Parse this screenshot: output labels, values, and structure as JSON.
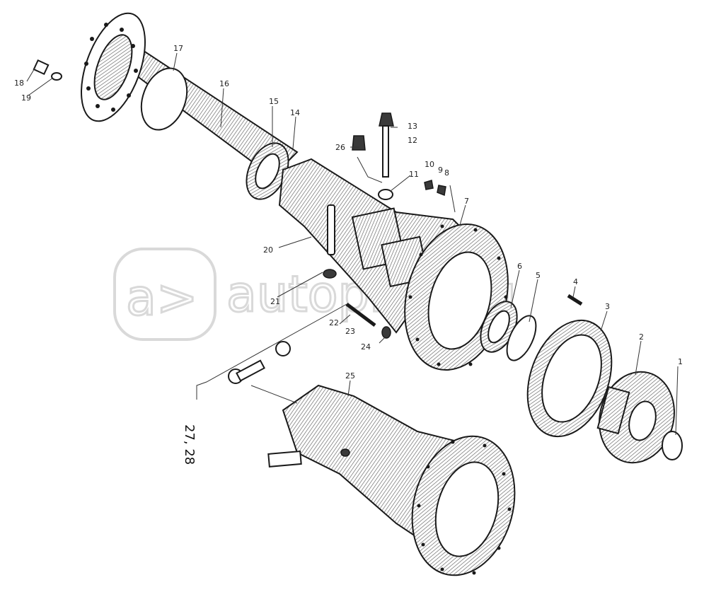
{
  "watermark": {
    "badge": "a>",
    "text": "autopiter.ru"
  },
  "callouts": [
    {
      "id": "c1",
      "label": "1"
    },
    {
      "id": "c2",
      "label": "2"
    },
    {
      "id": "c3",
      "label": "3"
    },
    {
      "id": "c4",
      "label": "4"
    },
    {
      "id": "c5",
      "label": "5"
    },
    {
      "id": "c6",
      "label": "6"
    },
    {
      "id": "c7",
      "label": "7"
    },
    {
      "id": "c8",
      "label": "8"
    },
    {
      "id": "c9",
      "label": "9"
    },
    {
      "id": "c10",
      "label": "10"
    },
    {
      "id": "c11",
      "label": "11"
    },
    {
      "id": "c12",
      "label": "12"
    },
    {
      "id": "c13",
      "label": "13"
    },
    {
      "id": "c14",
      "label": "14"
    },
    {
      "id": "c15",
      "label": "15"
    },
    {
      "id": "c16",
      "label": "16"
    },
    {
      "id": "c17",
      "label": "17"
    },
    {
      "id": "c18",
      "label": "18"
    },
    {
      "id": "c19",
      "label": "19"
    },
    {
      "id": "c20",
      "label": "20"
    },
    {
      "id": "c21",
      "label": "21"
    },
    {
      "id": "c22",
      "label": "22"
    },
    {
      "id": "c23",
      "label": "23"
    },
    {
      "id": "c24",
      "label": "24"
    },
    {
      "id": "c25",
      "label": "25"
    },
    {
      "id": "c26",
      "label": "26"
    },
    {
      "id": "c27",
      "label": "27, 28"
    }
  ]
}
